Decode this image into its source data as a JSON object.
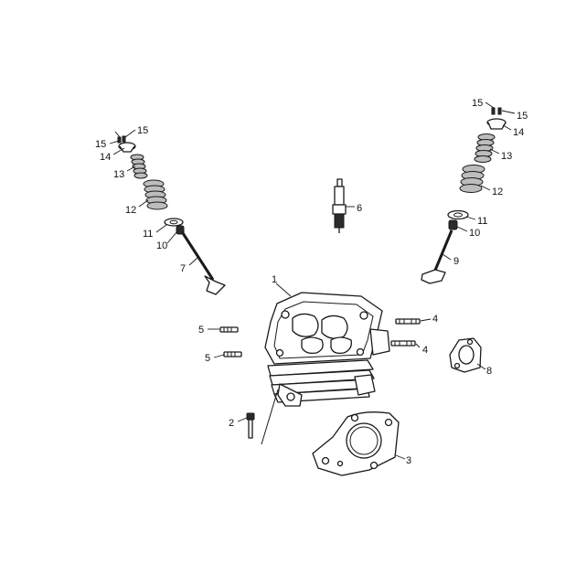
{
  "callouts": {
    "c1": "1",
    "c2": "2",
    "c3": "3",
    "c4a": "4",
    "c4b": "4",
    "c5a": "5",
    "c5b": "5",
    "c6": "6",
    "c7": "7",
    "c8": "8",
    "c9": "9",
    "c10a": "10",
    "c10b": "10",
    "c11a": "11",
    "c11b": "11",
    "c12a": "12",
    "c12b": "12",
    "c13a": "13",
    "c13b": "13",
    "c14a": "14",
    "c14b": "14",
    "c15a": "15",
    "c15b": "15",
    "c15c": "15",
    "c15d": "15"
  },
  "colors": {
    "ink": "#1a1a1a",
    "background": "#ffffff"
  }
}
